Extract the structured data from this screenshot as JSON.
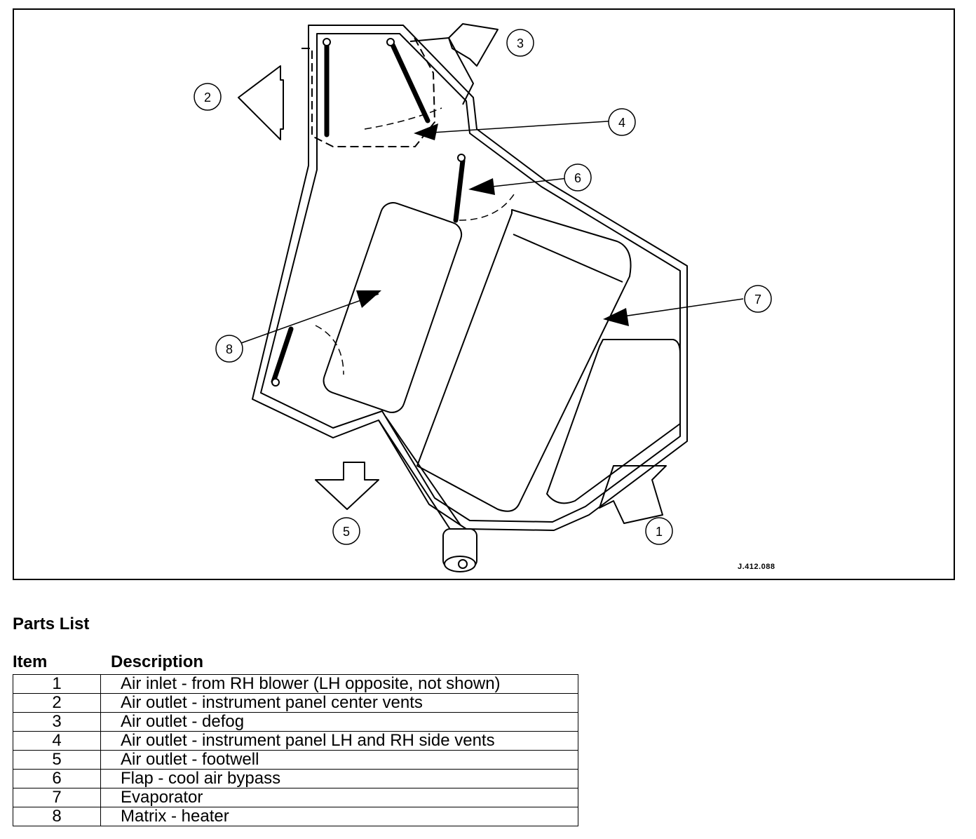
{
  "diagram": {
    "reference_code": "J.412.088",
    "callouts": [
      "1",
      "2",
      "3",
      "4",
      "5",
      "6",
      "7",
      "8"
    ]
  },
  "parts_list": {
    "title": "Parts List",
    "headers": {
      "item": "Item",
      "description": "Description"
    },
    "rows": [
      {
        "item": "1",
        "description": "Air inlet - from RH blower (LH opposite, not shown)"
      },
      {
        "item": "2",
        "description": "Air outlet - instrument panel center vents"
      },
      {
        "item": "3",
        "description": "Air outlet - defog"
      },
      {
        "item": "4",
        "description": "Air outlet - instrument panel LH and RH side vents"
      },
      {
        "item": "5",
        "description": "Air outlet - footwell"
      },
      {
        "item": "6",
        "description": "Flap - cool air bypass"
      },
      {
        "item": "7",
        "description": "Evaporator"
      },
      {
        "item": "8",
        "description": "Matrix - heater"
      }
    ]
  }
}
